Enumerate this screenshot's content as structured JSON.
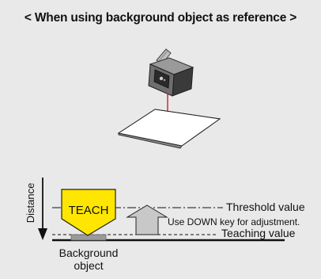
{
  "header": {
    "title": "< When using background object as reference >"
  },
  "diagram": {
    "axis_label": "Distance",
    "teach_label": "TEACH",
    "threshold_label": "Threshold value",
    "adjust_note": "Use DOWN key for adjustment.",
    "teaching_label": "Teaching value",
    "object_label_line1": "Background",
    "object_label_line2": "object"
  },
  "colors": {
    "panel_bg": "#e9e9e9",
    "teach_fill": "#ffe600",
    "laser": "#cc1f1f",
    "arrow_fill": "#c8c8c8"
  }
}
